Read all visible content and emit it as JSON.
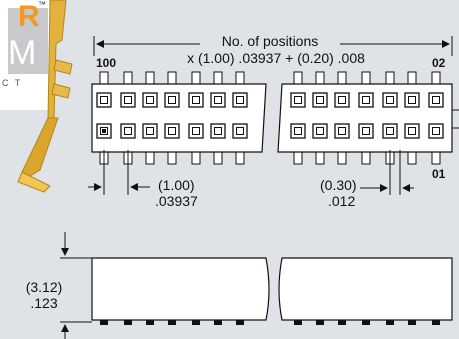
{
  "logo": {
    "letter_top": "R",
    "letter_bottom": "M",
    "trademark": "™",
    "tagline": "C T"
  },
  "top_view": {
    "title": "No. of positions",
    "formula": "x (1.00) .03937 + (0.20) .008",
    "label_left": "100",
    "label_right_top": "02",
    "label_right_bottom": "01"
  },
  "dims": {
    "pitch_mm": "(1.00)",
    "pitch_in": ".03937",
    "lead_mm": "(0.30)",
    "lead_in": ".012",
    "height_mm": "(3.12)",
    "height_in": ".123"
  },
  "colors": {
    "panel": "#dfe3e8",
    "logo_orange": "#f29a1f",
    "gold": "#e3b23c",
    "line": "#111111"
  }
}
